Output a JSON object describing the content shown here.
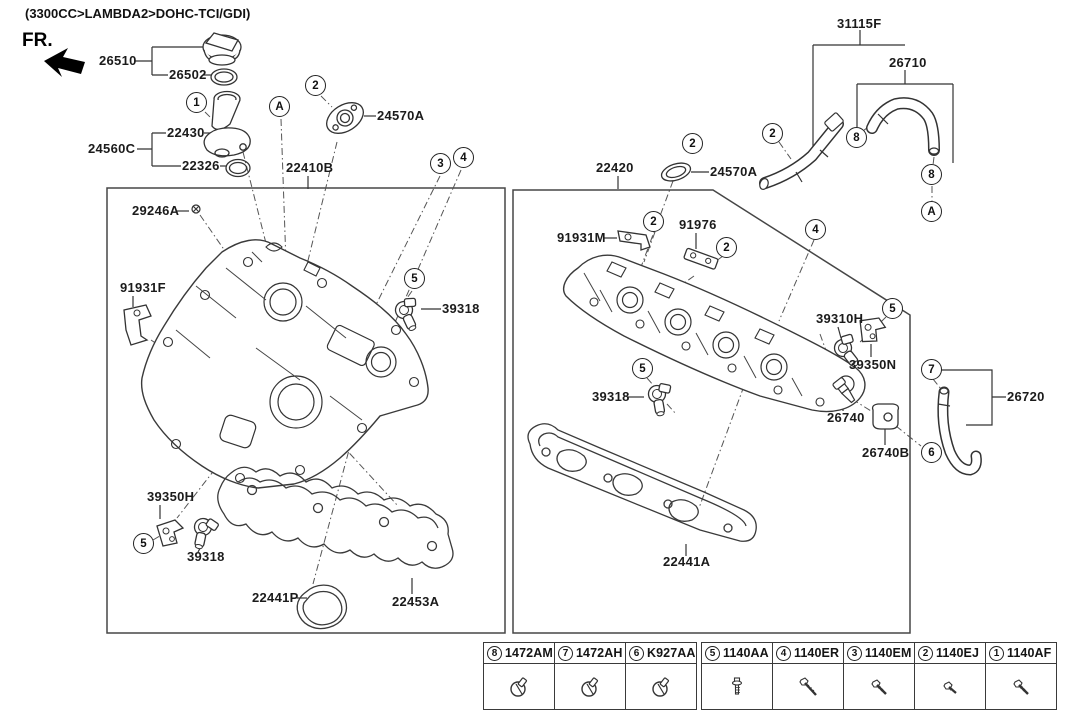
{
  "header": {
    "title": "(3300CC>LAMBDA2>DOHC-TCI/GDI)",
    "fr": "FR."
  },
  "parts": {
    "p26510": "26510",
    "p26502": "26502",
    "p22430": "22430",
    "p24560C": "24560C",
    "p22326": "22326",
    "p24570A": "24570A",
    "p22410B": "22410B",
    "p29246A": "29246A",
    "p91931F": "91931F",
    "p39318": "39318",
    "p39350H": "39350H",
    "p22441P": "22441P",
    "p22453A": "22453A",
    "p22420": "22420",
    "p91931M": "91931M",
    "p91976": "91976",
    "p22441A": "22441A",
    "p39310H": "39310H",
    "p39350N": "39350N",
    "p26740": "26740",
    "p26740B": "26740B",
    "p26720": "26720",
    "p31115F": "31115F",
    "p26710": "26710"
  },
  "symbols": {
    "n1": "1",
    "n2": "2",
    "n3": "3",
    "n4": "4",
    "n5": "5",
    "n6": "6",
    "n7": "7",
    "n8": "8",
    "A": "A"
  },
  "fastener_table": {
    "groups": [
      {
        "cells": [
          {
            "num": "8",
            "code": "1472AM",
            "icon": "clamp"
          },
          {
            "num": "7",
            "code": "1472AH",
            "icon": "clamp"
          },
          {
            "num": "6",
            "code": "K927AA",
            "icon": "clamp"
          }
        ]
      },
      {
        "cells": [
          {
            "num": "5",
            "code": "1140AA",
            "icon": "stud-bolt"
          },
          {
            "num": "4",
            "code": "1140ER",
            "icon": "long-bolt"
          },
          {
            "num": "3",
            "code": "1140EM",
            "icon": "medium-bolt"
          },
          {
            "num": "2",
            "code": "1140EJ",
            "icon": "short-bolt"
          },
          {
            "num": "1",
            "code": "1140AF",
            "icon": "medium-bolt"
          }
        ]
      }
    ]
  }
}
